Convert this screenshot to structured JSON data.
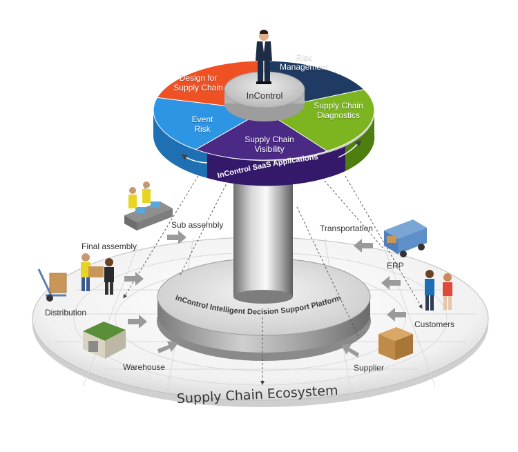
{
  "diagram": {
    "title": "Supply Chain Ecosystem",
    "platform_label": "InControl Intelligent Decision Support Platform",
    "hub_label": "InControl",
    "saas_label": "InControl SaaS Applications",
    "segments": [
      {
        "label": "Risk\nManagement",
        "color": "#1f3b63"
      },
      {
        "label": "Supply Chain\nDiagnostics",
        "color": "#7cb51f"
      },
      {
        "label": "Supply Chain\nVisibility",
        "color": "#4b2a86"
      },
      {
        "label": "Event\nRisk",
        "color": "#2d95e4"
      },
      {
        "label": "Design for\nSupply Chain",
        "color": "#ef5124"
      }
    ],
    "ecosystem_items": [
      {
        "label": "Sub assembly",
        "icon": "assembly-workers-icon"
      },
      {
        "label": "Final assembly",
        "icon": "workers-carrying-box-icon"
      },
      {
        "label": "Distribution",
        "icon": "hand-truck-icon"
      },
      {
        "label": "Warehouse",
        "icon": "warehouse-icon"
      },
      {
        "label": "Transportation",
        "icon": "delivery-truck-icon"
      },
      {
        "label": "ERP",
        "icon": ""
      },
      {
        "label": "Customers",
        "icon": "customers-icon"
      },
      {
        "label": "Supplier",
        "icon": "supplier-boxes-icon"
      }
    ]
  }
}
